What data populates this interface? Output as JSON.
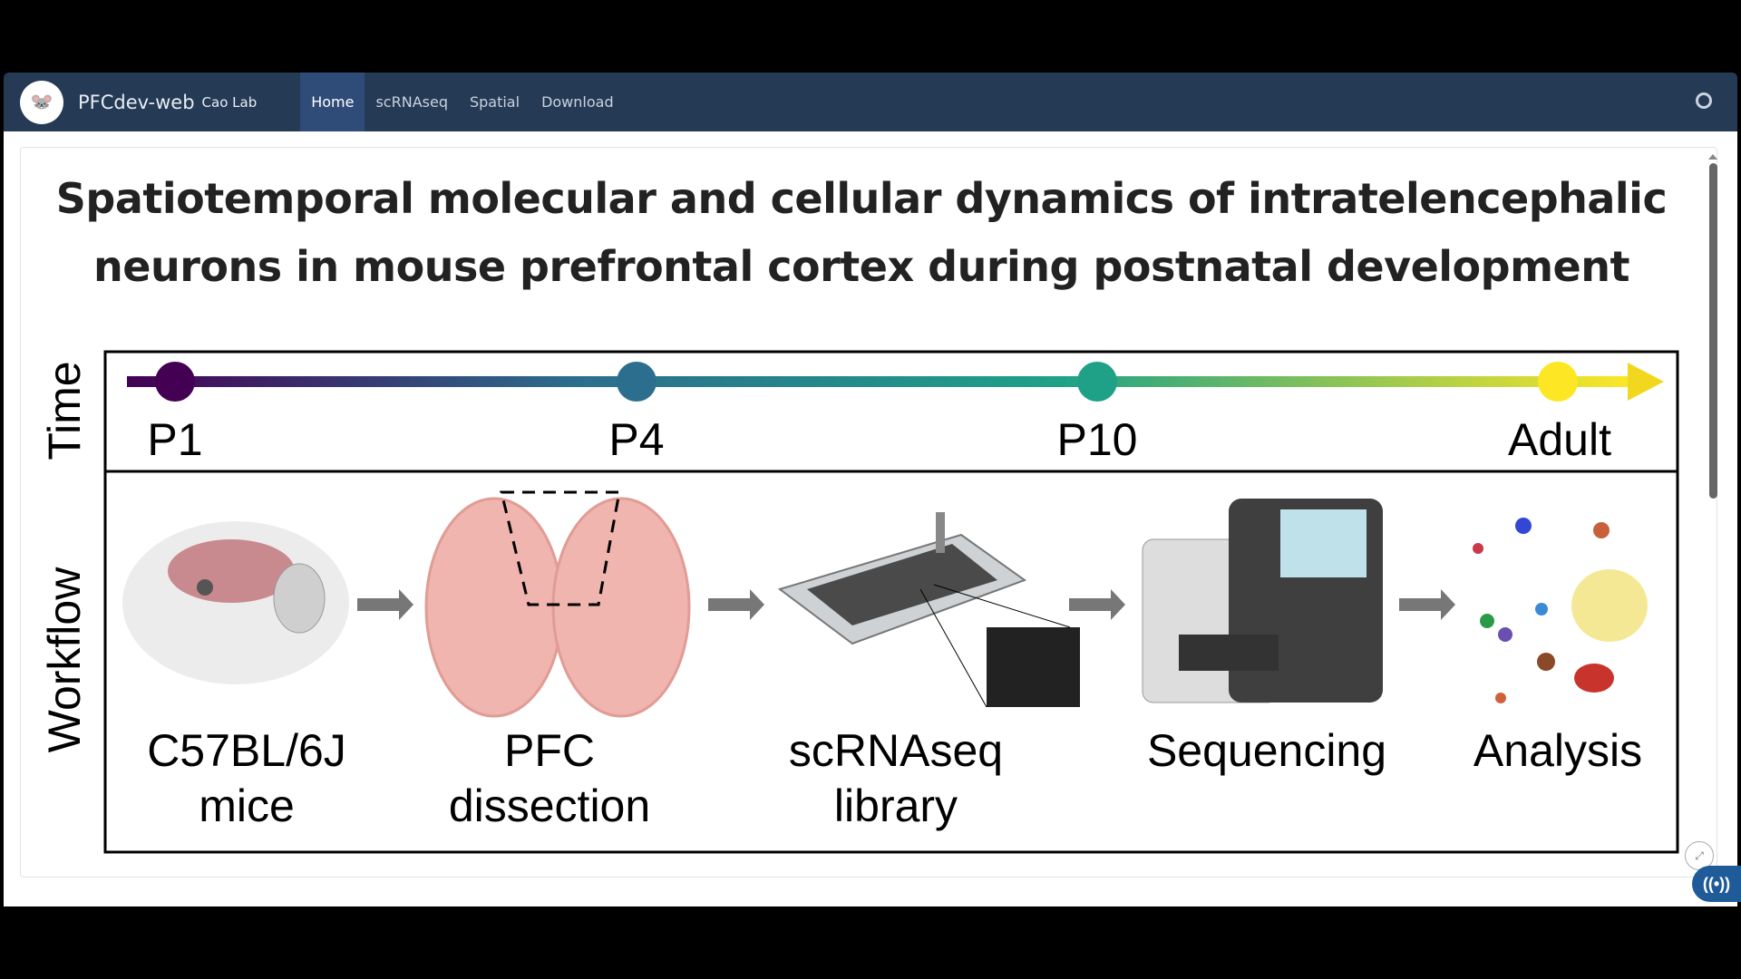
{
  "navbar": {
    "brand": "PFCdev-web",
    "subtitle": "Cao Lab",
    "items": [
      {
        "label": "Home",
        "active": true
      },
      {
        "label": "scRNAseq"
      },
      {
        "label": "Spatial"
      },
      {
        "label": "Download"
      }
    ]
  },
  "title": "Spatiotemporal molecular and cellular dynamics of intratelencephalic neurons in mouse prefrontal cortex during postnatal development",
  "figure": {
    "time_label": "Time",
    "workflow_label": "Workflow",
    "timepoints": [
      "P1",
      "P4",
      "P10",
      "Adult"
    ],
    "steps": [
      {
        "line1": "C57BL/6J",
        "line2": "mice"
      },
      {
        "line1": "PFC",
        "line2": "dissection"
      },
      {
        "line1": "scRNAseq",
        "line2": "library"
      },
      {
        "line1": "Sequencing",
        "line2": ""
      },
      {
        "line1": "Analysis",
        "line2": ""
      }
    ],
    "colors": {
      "p1": "#440154",
      "p4": "#2c6e8e",
      "p10": "#1fa187",
      "adult": "#fde725"
    }
  }
}
